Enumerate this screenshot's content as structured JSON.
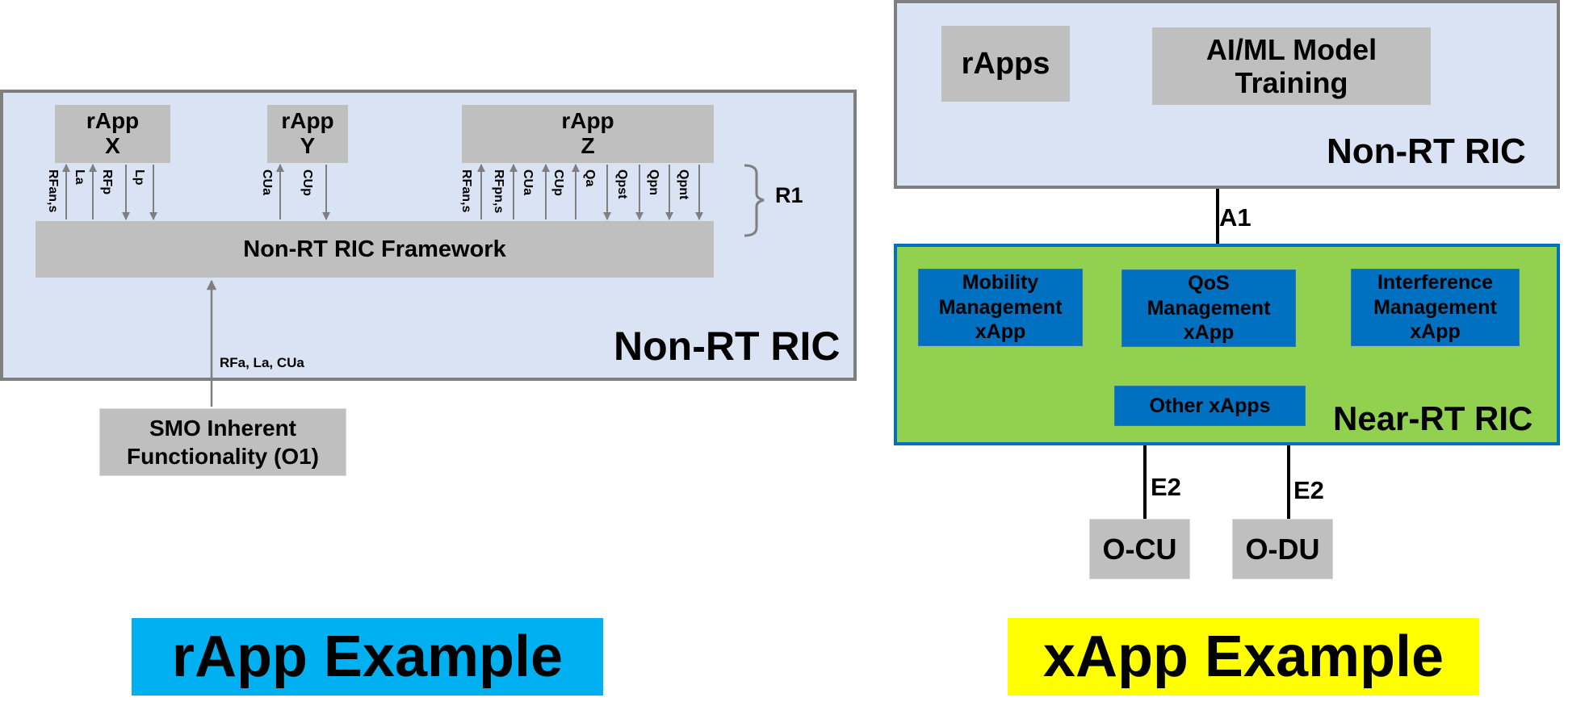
{
  "left": {
    "panel_label": "Non-RT RIC",
    "framework_label": "Non-RT RIC Framework",
    "rapps": [
      {
        "line1": "rApp",
        "line2": "X"
      },
      {
        "line1": "rApp",
        "line2": "Y"
      },
      {
        "line1": "rApp",
        "line2": "Z"
      }
    ],
    "interface_labels": [
      "RFan,s",
      "La",
      "RFp",
      "Lp",
      "CUa",
      "CUp",
      "RFan,s",
      "RFpn,s",
      "CUa",
      "CUp",
      "Qa",
      "Qpst",
      "Qpn",
      "Qpnt"
    ],
    "r1_label": "R1",
    "smo_label_line1": "SMO Inherent",
    "smo_label_line2": "Functionality (O1)",
    "smo_arrow_label": "RFa, La, CUa",
    "caption": "rApp Example"
  },
  "right": {
    "nonrt_box_label": "Non-RT RIC",
    "rapps_label": "rApps",
    "aiml_line1": "AI/ML Model",
    "aiml_line2": "Training",
    "a1_label": "A1",
    "nearrt_label": "Near-RT RIC",
    "xapps": [
      {
        "l1": "Mobility",
        "l2": "Management",
        "l3": "xApp"
      },
      {
        "l1": "QoS",
        "l2": "Management",
        "l3": "xApp"
      },
      {
        "l1": "Interference",
        "l2": "Management",
        "l3": "xApp"
      }
    ],
    "other_xapps": "Other xApps",
    "e2_left": "E2",
    "e2_right": "E2",
    "ocu_label": "O-CU",
    "odu_label": "O-DU",
    "caption": "xApp Example"
  },
  "colors": {
    "ric_panel": "#dae3f3",
    "gray_box": "#bfbfbf",
    "near_rt": "#92d050",
    "xapp_blue": "#0070c0",
    "caption_left_bg": "#00b0f0",
    "caption_right_bg": "#ffff00"
  }
}
